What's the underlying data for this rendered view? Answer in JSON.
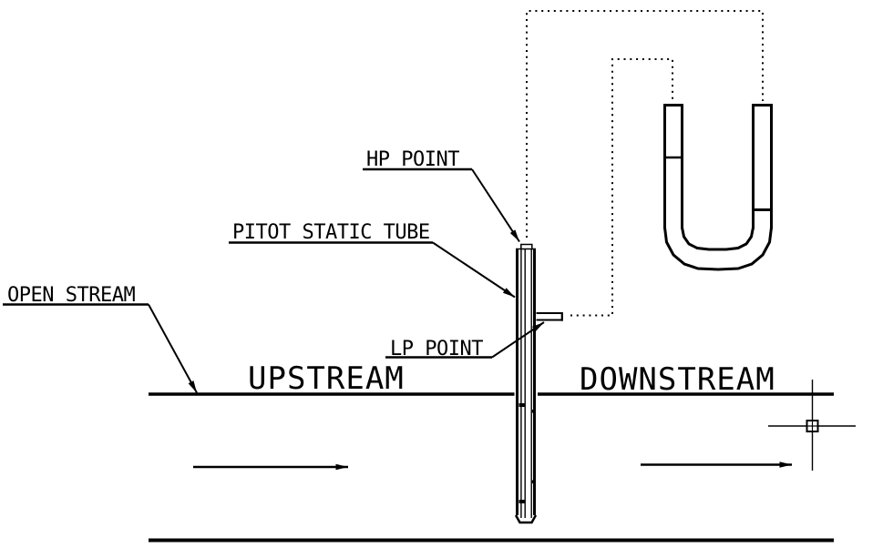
{
  "drawing": {
    "labels": {
      "open_stream": "OPEN STREAM",
      "pitot_static_tube": "PITOT STATIC TUBE",
      "hp_point": "HP POINT",
      "lp_point": "LP POINT",
      "upstream": "UPSTREAM",
      "downstream": "DOWNSTREAM"
    },
    "components": {
      "manometer": "u-tube-manometer",
      "tube": "pitot-static-tube",
      "static_port": "lp-static-port",
      "hp_tap": "hp-point-tap",
      "cursor": "crosshair-cursor-with-pickbox",
      "flow_arrows": [
        "upstream-flow-arrow",
        "downstream-flow-arrow"
      ],
      "stream_lines": [
        "water-surface-line",
        "stream-bed-line"
      ]
    },
    "colors": {
      "ink": "#000000",
      "background": "#ffffff"
    }
  }
}
